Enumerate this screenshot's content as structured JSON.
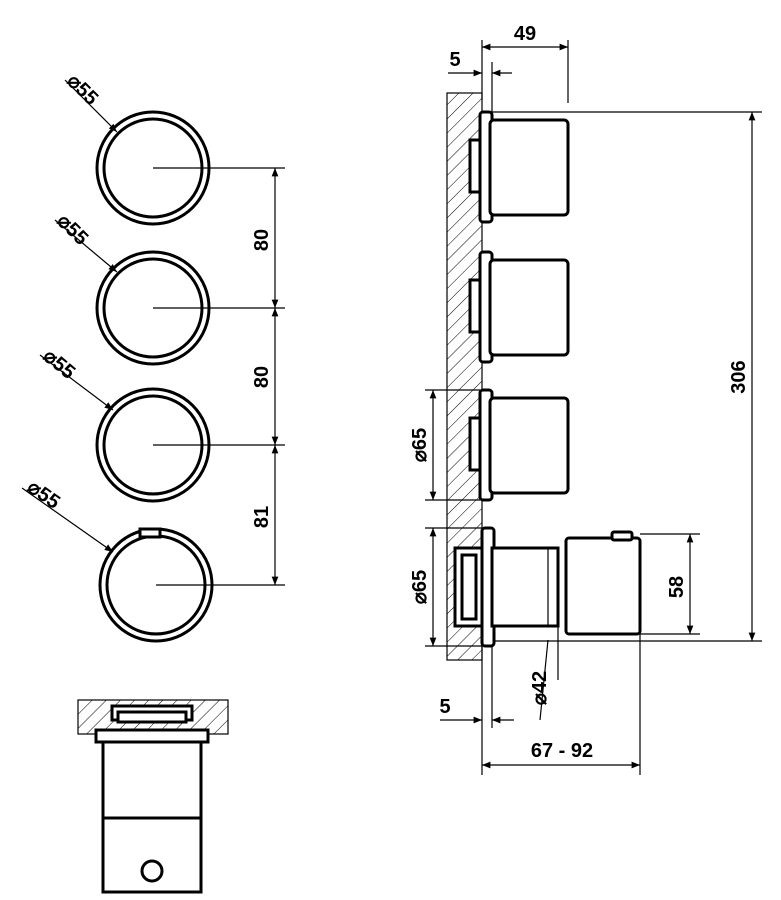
{
  "front_view": {
    "knob_diameters": [
      "55",
      "55",
      "55",
      "55"
    ],
    "spacings": [
      "80",
      "80",
      "81"
    ]
  },
  "side_view": {
    "top_depth": "49",
    "top_offset": "5",
    "overall_height": "306",
    "flange_diameter_upper": "65",
    "flange_diameter_lower": "65",
    "spout_height": "58",
    "spout_diameter": "42",
    "bottom_offset": "5",
    "projection_range": "67 - 92"
  },
  "symbols": {
    "diameter": "⌀"
  }
}
